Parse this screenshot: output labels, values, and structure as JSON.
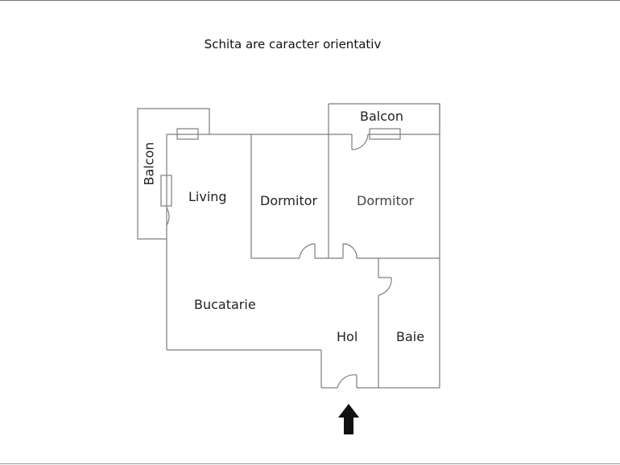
{
  "title": "Schita are caracter orientativ",
  "rooms": {
    "balcon_left": "Balcon",
    "balcon_top": "Balcon",
    "living": "Living",
    "dormitor_1": "Dormitor",
    "dormitor_2": "Dormitor",
    "bucatarie": "Bucatarie",
    "hol": "Hol",
    "baie": "Baie"
  },
  "entrance_arrow": "arrow-up-icon",
  "colors": {
    "wall": "#7d7d7d",
    "text": "#222222",
    "arrow": "#111111"
  }
}
